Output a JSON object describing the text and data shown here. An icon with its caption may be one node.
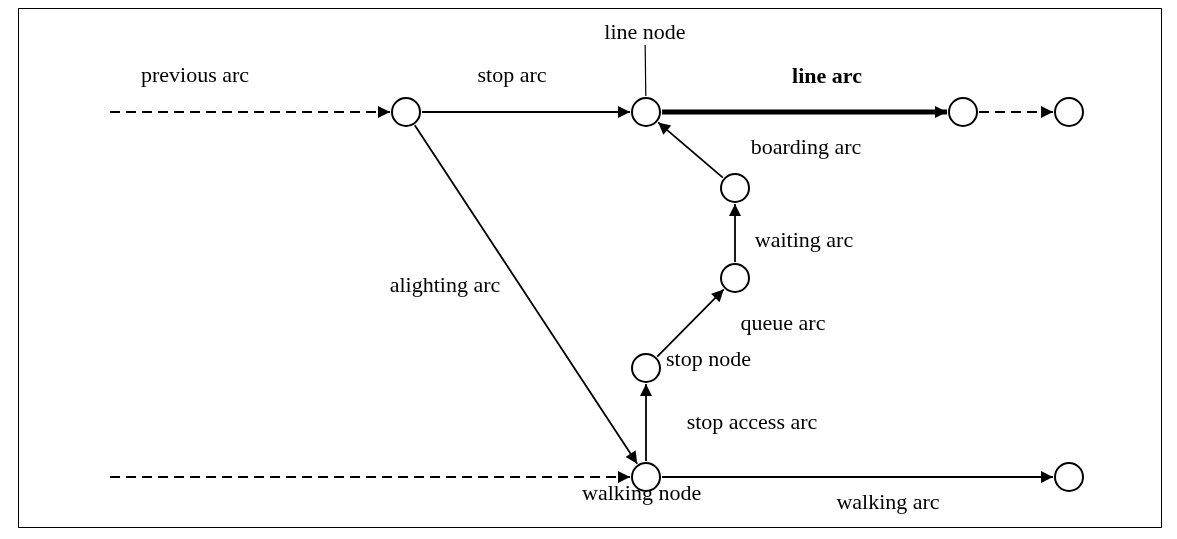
{
  "diagram": {
    "nodes": [
      {
        "text": [
          "line node"
        ]
      },
      {
        "text": [],
        "shape": "circle"
      },
      {
        "text": [],
        "shape": "circle"
      },
      {
        "text": [],
        "shape": "circle"
      },
      {
        "text": [],
        "shape": "circle"
      },
      {
        "text": [],
        "shape": "circle"
      },
      {
        "text": [],
        "shape": "circle"
      },
      {
        "text": [],
        "shape": "circle",
        "beside": [
          "stop node"
        ]
      },
      {
        "text": [],
        "shape": "circle",
        "beside": [
          "walking node"
        ]
      },
      {
        "text": [],
        "shape": "circle"
      }
    ],
    "edges": [
      {
        "from": null,
        "to": 1,
        "arrow": "to",
        "label": "previous arc",
        "style": "dashed"
      },
      {
        "from": 1,
        "to": 2,
        "arrow": "to",
        "label": "stop arc"
      },
      {
        "from": 2,
        "to": 3,
        "arrow": "to",
        "label": "line arc",
        "style": "thick"
      },
      {
        "from": 3,
        "to": 4,
        "arrow": "to",
        "style": "dashed"
      },
      {
        "from": 5,
        "to": 2,
        "arrow": "to",
        "label": "boarding arc"
      },
      {
        "from": 6,
        "to": 5,
        "arrow": "to",
        "label": "waiting arc"
      },
      {
        "from": 7,
        "to": 6,
        "arrow": "to",
        "label": "queue arc"
      },
      {
        "from": 8,
        "to": 7,
        "arrow": "to",
        "label": "stop access arc"
      },
      {
        "from": 1,
        "to": 8,
        "arrow": "to",
        "label": "alighting arc"
      },
      {
        "from": null,
        "to": 8,
        "arrow": "to",
        "style": "dashed"
      },
      {
        "from": 8,
        "to": 9,
        "arrow": "to",
        "label": "walking arc"
      },
      {
        "from": 0,
        "to": 2,
        "arrow": "none"
      }
    ]
  }
}
